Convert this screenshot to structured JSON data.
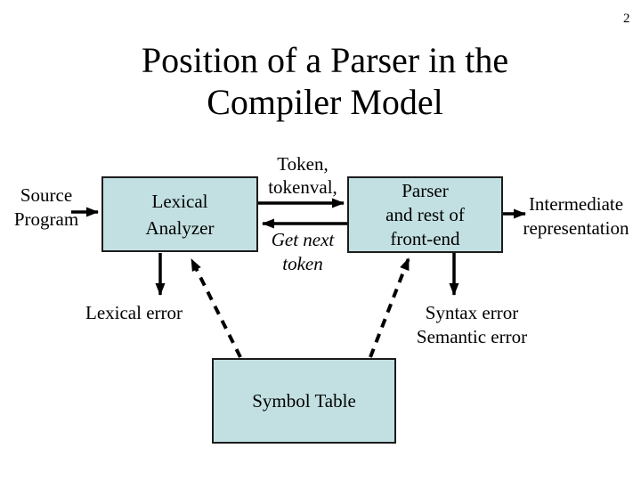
{
  "slide": {
    "page_number": "2",
    "title_line1": "Position of a Parser in the",
    "title_line2": "Compiler Model"
  },
  "diagram": {
    "boxes": {
      "lexical_analyzer": {
        "line1": "Lexical",
        "line2": "Analyzer"
      },
      "parser": {
        "line1": "Parser",
        "line2": "and rest of",
        "line3": "front-end"
      },
      "symbol_table": {
        "label": "Symbol Table"
      }
    },
    "labels": {
      "source_line1": "Source",
      "source_line2": "Program",
      "token_line1": "Token,",
      "token_line2": "tokenval,",
      "get_next_line1": "Get next",
      "get_next_line2": "token",
      "lexical_error": "Lexical error",
      "syntax_error": "Syntax error",
      "semantic_error": "Semantic error",
      "intermediate_line1": "Intermediate",
      "intermediate_line2": "representation"
    },
    "colors": {
      "box_fill": "#c2e0e2",
      "box_border": "#1c1c1c",
      "arrow": "#000000"
    }
  }
}
